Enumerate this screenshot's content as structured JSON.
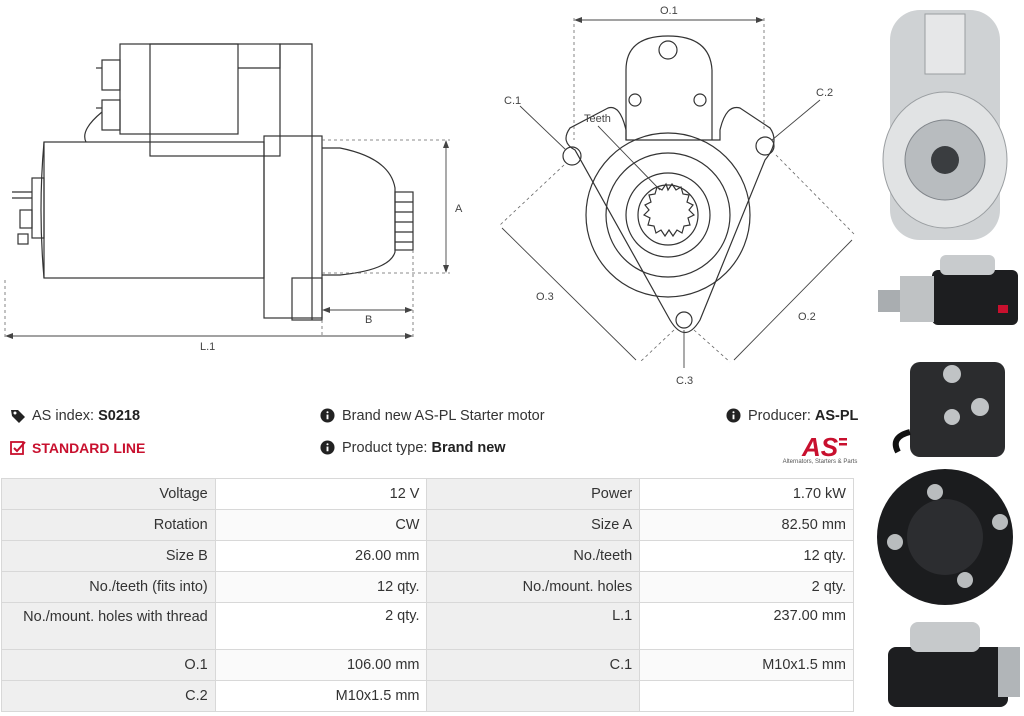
{
  "drawing": {
    "labels": {
      "l1": "L.1",
      "a": "A",
      "b": "B",
      "o1": "O.1",
      "o2": "O.2",
      "o3": "O.3",
      "c1": "C.1",
      "c2": "C.2",
      "c3": "C.3",
      "teeth": "Teeth"
    }
  },
  "info": {
    "as_index_label": "AS index:",
    "as_index_value": "S0218",
    "line": "STANDARD LINE",
    "description": "Brand new AS-PL Starter motor",
    "product_type_label": "Product type:",
    "product_type_value": "Brand new",
    "producer_label": "Producer:",
    "producer_value": "AS-PL"
  },
  "logo": {
    "mark": "AS",
    "tagline": "Alternators, Starters & Parts"
  },
  "colors": {
    "accent_red": "#c8102e",
    "label_bg": "#efefef",
    "border": "#d8d8d8"
  },
  "specs": [
    [
      {
        "label": "Voltage",
        "value": "12 V"
      },
      {
        "label": "Power",
        "value": "1.70 kW"
      }
    ],
    [
      {
        "label": "Rotation",
        "value": "CW"
      },
      {
        "label": "Size A",
        "value": "82.50 mm"
      }
    ],
    [
      {
        "label": "Size B",
        "value": "26.00 mm"
      },
      {
        "label": "No./teeth",
        "value": "12 qty."
      }
    ],
    [
      {
        "label": "No./teeth (fits into)",
        "value": "12 qty."
      },
      {
        "label": "No./mount. holes",
        "value": "2 qty."
      }
    ],
    [
      {
        "label": "No./mount. holes with thread",
        "value": "2 qty."
      },
      {
        "label": "L.1",
        "value": "237.00 mm"
      }
    ],
    [
      {
        "label": "O.1",
        "value": "106.00 mm"
      },
      {
        "label": "C.1",
        "value": "M10x1.5 mm"
      }
    ],
    [
      {
        "label": "C.2",
        "value": "M10x1.5 mm"
      },
      {
        "label": "",
        "value": ""
      }
    ]
  ]
}
